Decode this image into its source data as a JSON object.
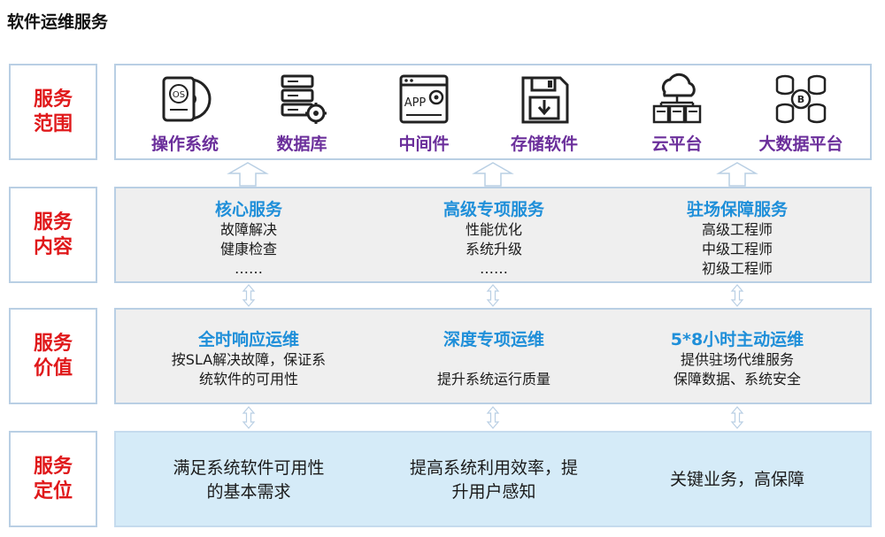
{
  "title": "软件运维服务",
  "rows": {
    "scope": {
      "label": [
        "服务",
        "范围"
      ]
    },
    "content": {
      "label": [
        "服务",
        "内容"
      ]
    },
    "value": {
      "label": [
        "服务",
        "价值"
      ]
    },
    "position": {
      "label": [
        "服务",
        "定位"
      ]
    }
  },
  "scope_items": [
    {
      "label": "操作系统",
      "icon": "os-disc-icon"
    },
    {
      "label": "数据库",
      "icon": "database-server-icon"
    },
    {
      "label": "中间件",
      "icon": "app-window-icon"
    },
    {
      "label": "存储软件",
      "icon": "storage-floppy-icon"
    },
    {
      "label": "云平台",
      "icon": "cloud-network-icon"
    },
    {
      "label": "大数据平台",
      "icon": "big-data-icon"
    }
  ],
  "content_cols": [
    {
      "head": "核心服务",
      "lines": [
        "故障解决",
        "健康检查",
        "……"
      ]
    },
    {
      "head": "高级专项服务",
      "lines": [
        "性能优化",
        "系统升级",
        "……"
      ]
    },
    {
      "head": "驻场保障服务",
      "lines": [
        "高级工程师",
        "中级工程师",
        "初级工程师"
      ]
    }
  ],
  "value_cols": [
    {
      "head": "全时响应运维",
      "lines": [
        "按SLA解决故障，保证系",
        "统软件的可用性"
      ]
    },
    {
      "head": "深度专项运维",
      "lines": [
        "提升系统运行质量"
      ]
    },
    {
      "head": "5*8小时主动运维",
      "lines": [
        "提供驻场代维服务",
        "保障数据、系统安全"
      ]
    }
  ],
  "position_cols": [
    {
      "lines": [
        "满足系统软件可用性",
        "的基本需求"
      ]
    },
    {
      "lines": [
        "提高系统利用效率，提",
        "升用户感知"
      ]
    },
    {
      "lines": [
        "关键业务，高保障"
      ]
    }
  ],
  "colors": {
    "row_label": "#e0191b",
    "scope_label": "#6b2f9b",
    "column_head": "#1f8fd9",
    "box_border": "#b9cfe4",
    "grey_fill": "#efefef",
    "blue_fill": "#d5ebf8"
  }
}
